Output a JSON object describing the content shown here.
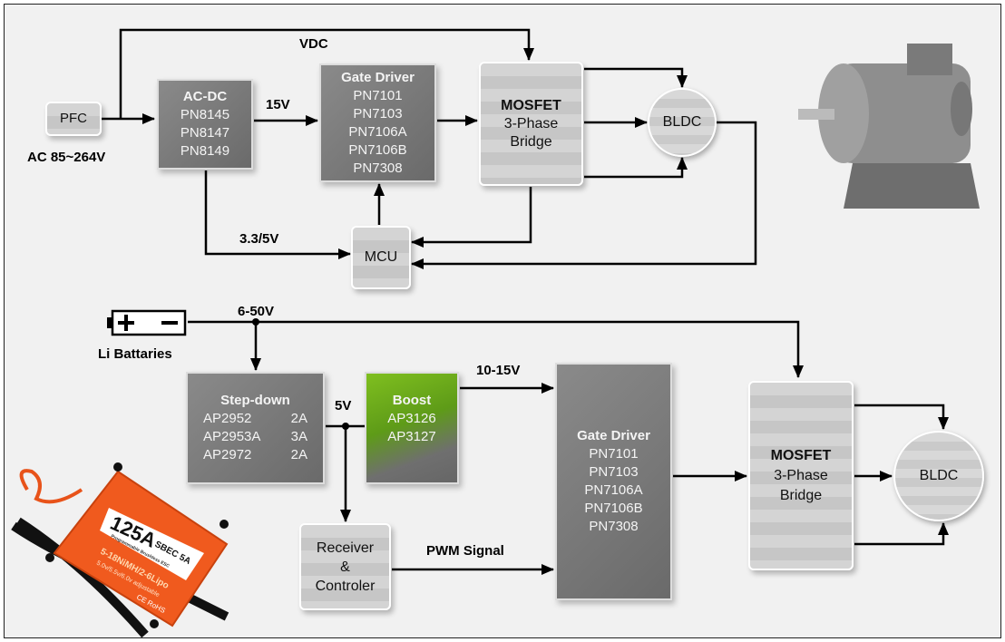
{
  "top": {
    "pfc": "PFC",
    "ac_label": "AC 85~264V",
    "vdc": "VDC",
    "acdc": {
      "title": "AC-DC",
      "parts": [
        "PN8145",
        "PN8147",
        "PN8149"
      ]
    },
    "v15": "15V",
    "gate_driver": {
      "title": "Gate Driver",
      "parts": [
        "PN7101",
        "PN7103",
        "PN7106A",
        "PN7106B",
        "PN7308"
      ]
    },
    "mosfet": {
      "title": "MOSFET",
      "lines": [
        "3-Phase",
        "Bridge"
      ]
    },
    "bldc": "BLDC",
    "mcu": "MCU",
    "v33": "3.3/5V"
  },
  "bottom": {
    "battery_label": "Li Battaries",
    "v650": "6-50V",
    "stepdown": {
      "title": "Step-down",
      "parts": [
        [
          "AP2952",
          "2A"
        ],
        [
          "AP2953A",
          "3A"
        ],
        [
          "AP2972",
          "2A"
        ]
      ]
    },
    "v5": "5V",
    "boost": {
      "title": "Boost",
      "parts": [
        "AP3126",
        "AP3127"
      ]
    },
    "v1015": "10-15V",
    "gate_driver": {
      "title": "Gate Driver",
      "parts": [
        "PN7101",
        "PN7103",
        "PN7106A",
        "PN7106B",
        "PN7308"
      ]
    },
    "mosfet": {
      "title": "MOSFET",
      "lines": [
        "3-Phase",
        "Bridge"
      ]
    },
    "bldc": "BLDC",
    "receiver": [
      "Receiver",
      "&",
      "Controler"
    ],
    "pwm": "PWM Signal"
  },
  "esc_photo": {
    "lettering": [
      "125A",
      "SBEC 5A",
      "Programmable Brushless ESC",
      "5-18NiMH/2-6Lipo",
      "5.0v/5.5v/6.0v adjustable",
      "CE RoHS"
    ],
    "color": "#f05a1e"
  },
  "motor_photo": {
    "color": "#8a8a8a"
  }
}
